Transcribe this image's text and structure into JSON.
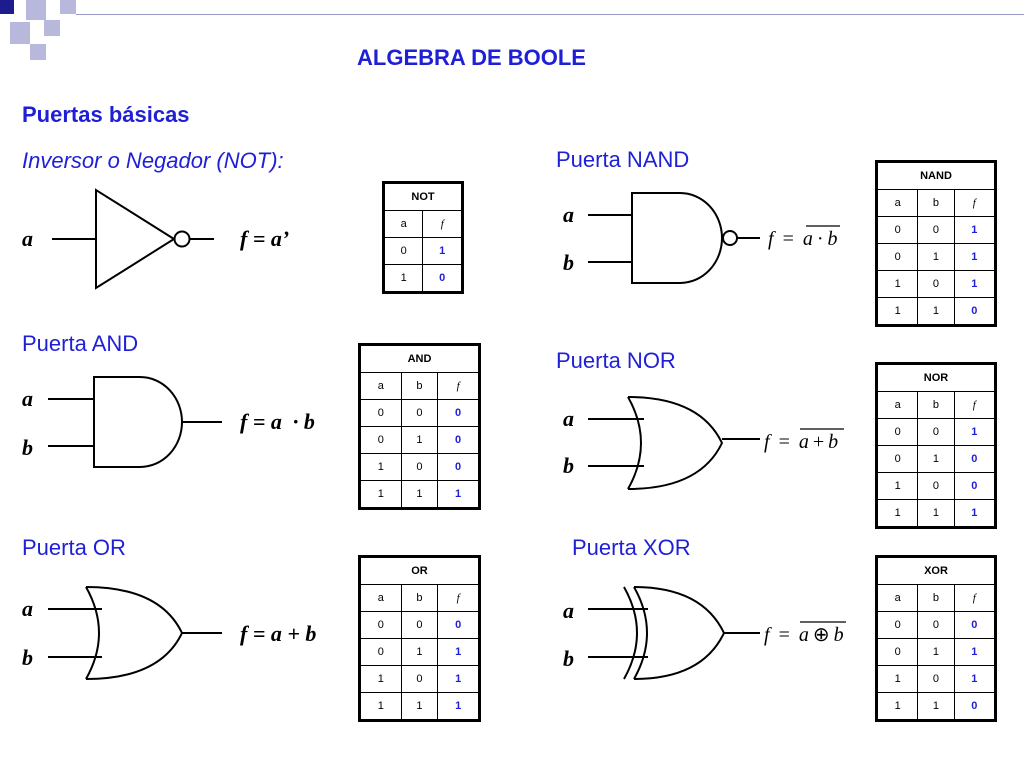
{
  "page": {
    "title": "ALGEBRA DE BOOLE",
    "subtitle": "Puertas básicas"
  },
  "gates": {
    "not": {
      "title": "Inversor o Negador (NOT):",
      "input_a": "a",
      "expression": "f = a’",
      "table": {
        "title": "NOT",
        "headers": [
          "a",
          "f"
        ],
        "rows": [
          [
            "0",
            "1"
          ],
          [
            "1",
            "0"
          ]
        ]
      }
    },
    "and": {
      "title": "Puerta AND",
      "input_a": "a",
      "input_b": "b",
      "expression": "f = a  · b",
      "table": {
        "title": "AND",
        "headers": [
          "a",
          "b",
          "f"
        ],
        "rows": [
          [
            "0",
            "0",
            "0"
          ],
          [
            "0",
            "1",
            "0"
          ],
          [
            "1",
            "0",
            "0"
          ],
          [
            "1",
            "1",
            "1"
          ]
        ]
      }
    },
    "or": {
      "title": "Puerta OR",
      "input_a": "a",
      "input_b": "b",
      "expression": "f = a + b",
      "table": {
        "title": "OR",
        "headers": [
          "a",
          "b",
          "f"
        ],
        "rows": [
          [
            "0",
            "0",
            "0"
          ],
          [
            "0",
            "1",
            "1"
          ],
          [
            "1",
            "0",
            "1"
          ],
          [
            "1",
            "1",
            "1"
          ]
        ]
      }
    },
    "nand": {
      "title": "Puerta NAND",
      "input_a": "a",
      "input_b": "b",
      "expression": {
        "lhs": "f",
        "eq": "=",
        "a": "a",
        "op": "·",
        "b": "b"
      },
      "table": {
        "title": "NAND",
        "headers": [
          "a",
          "b",
          "f"
        ],
        "rows": [
          [
            "0",
            "0",
            "1"
          ],
          [
            "0",
            "1",
            "1"
          ],
          [
            "1",
            "0",
            "1"
          ],
          [
            "1",
            "1",
            "0"
          ]
        ]
      }
    },
    "nor": {
      "title": "Puerta NOR",
      "input_a": "a",
      "input_b": "b",
      "expression": {
        "lhs": "f",
        "eq": "=",
        "a": "a",
        "op": "+",
        "b": "b"
      },
      "table": {
        "title": "NOR",
        "headers": [
          "a",
          "b",
          "f"
        ],
        "rows": [
          [
            "0",
            "0",
            "1"
          ],
          [
            "0",
            "1",
            "0"
          ],
          [
            "1",
            "0",
            "0"
          ],
          [
            "1",
            "1",
            "1"
          ]
        ]
      }
    },
    "xor": {
      "title": "Puerta XOR",
      "input_a": "a",
      "input_b": "b",
      "expression": {
        "lhs": "f",
        "eq": "=",
        "a": "a",
        "op": "⊕",
        "b": "b"
      },
      "table": {
        "title": "XOR",
        "headers": [
          "a",
          "b",
          "f"
        ],
        "rows": [
          [
            "0",
            "0",
            "0"
          ],
          [
            "0",
            "1",
            "1"
          ],
          [
            "1",
            "0",
            "1"
          ],
          [
            "1",
            "1",
            "0"
          ]
        ]
      }
    }
  },
  "colors": {
    "accent": "#1f1fd6",
    "decor_dark": "#1c1c8c",
    "decor_light": "#b8b8dc"
  }
}
